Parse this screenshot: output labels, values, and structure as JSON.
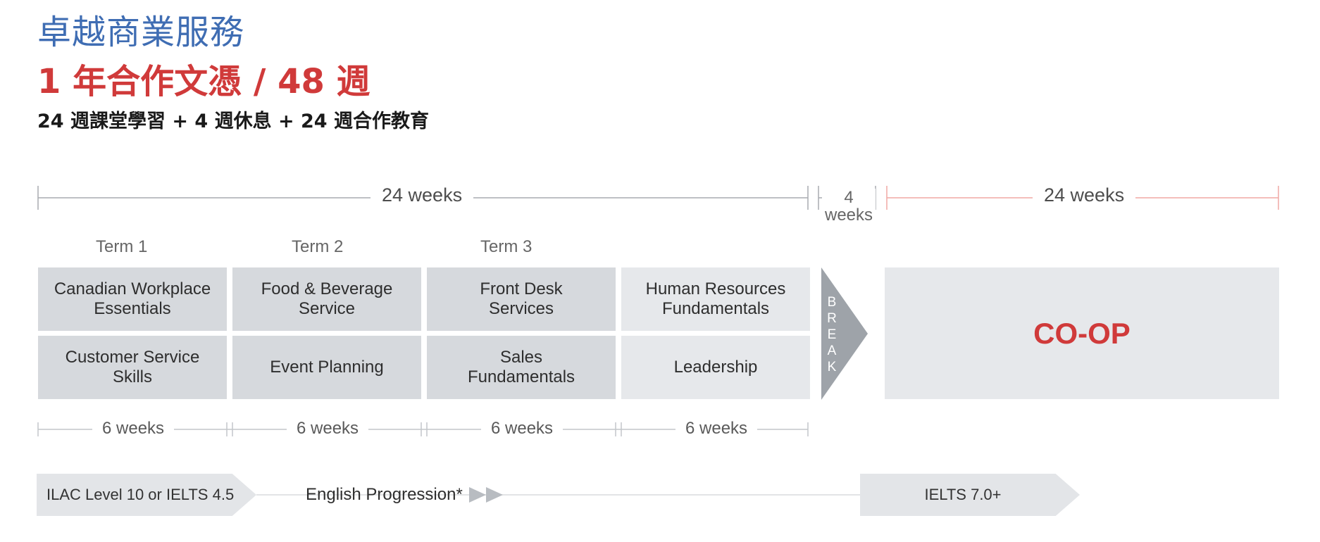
{
  "header": {
    "title": "卓越商業服務",
    "subtitle": "1 年合作文憑 / 48 週",
    "tagline": "24 週課堂學習 + 4 週休息 + 24 週合作教育"
  },
  "timeline": {
    "study_span": "24 weeks",
    "break_span": "4\nweeks",
    "coop_span": "24 weeks"
  },
  "terms": [
    "Term 1",
    "Term 2",
    "Term 3"
  ],
  "courses": {
    "top": [
      "Canadian Workplace\nEssentials",
      "Food & Beverage\nService",
      "Front Desk\nServices",
      "Human Resources\nFundamentals"
    ],
    "bottom": [
      "Customer Service\nSkills",
      "Event Planning",
      "Sales\nFundamentals",
      "Leadership"
    ]
  },
  "break_label": "BREAK",
  "coop_label": "CO-OP",
  "durations": [
    "6 weeks",
    "6 weeks",
    "6 weeks",
    "6 weeks"
  ],
  "english": {
    "start": "ILAC Level 10 or IELTS 4.5",
    "progression": "English Progression*",
    "end": "IELTS 7.0+"
  },
  "colors": {
    "title_blue": "#3f6db3",
    "accent_red": "#d03a3a",
    "course_dark": "#d6d9dd",
    "course_light": "#e6e8eb",
    "break_gray": "#9ea3a9"
  }
}
